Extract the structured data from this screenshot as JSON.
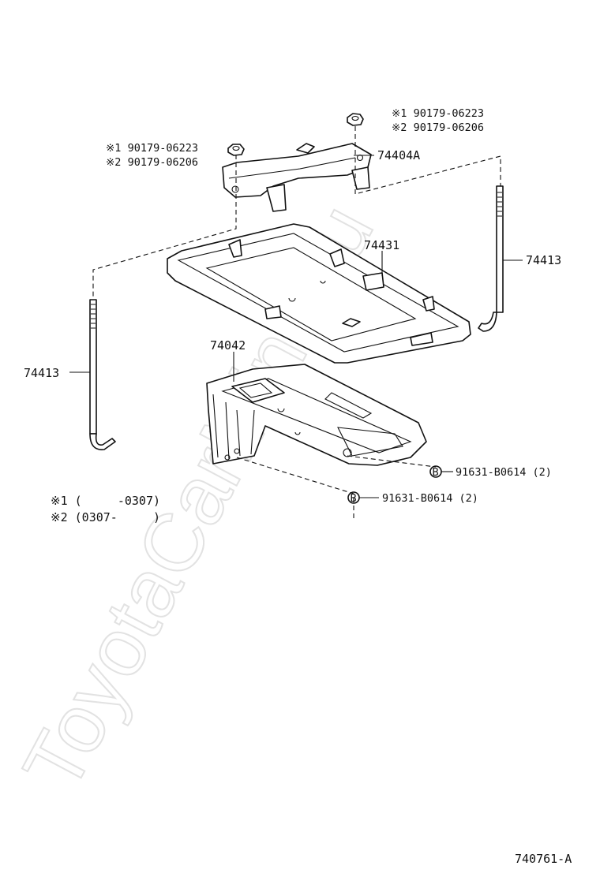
{
  "parts": {
    "nut_right_1": "※1 90179-06223",
    "nut_right_2": "※2 90179-06206",
    "nut_left_1": "※1 90179-06223",
    "nut_left_2": "※2 90179-06206",
    "clamp": "74404A",
    "tray": "74431",
    "rod_right": "74413",
    "rod_left": "74413",
    "carrier": "74042",
    "bolt_right": "91631-B0614 (2)",
    "bolt_left": "91631-B0614 (2)",
    "bolt_symbol": "B"
  },
  "notes": {
    "note1": "※1 (     -0307)",
    "note2": "※2 (0307-     )"
  },
  "illustration_code": "740761-A",
  "watermark": "ToyotaCarMine.ru"
}
